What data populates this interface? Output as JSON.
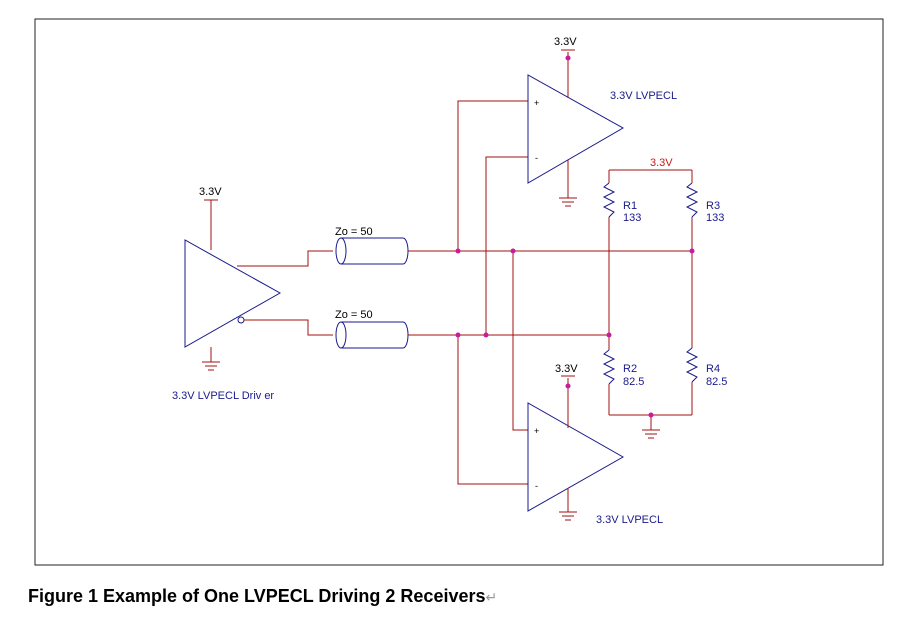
{
  "diagram": {
    "supply_labels": {
      "top_receiver": "3.3V",
      "bias_network": "3.3V",
      "driver": "3.3V",
      "bottom_receiver": "3.3V"
    },
    "receiver_top_label": "3.3V LVPECL",
    "receiver_bottom_label": "3.3V LVPECL",
    "driver_label": "3.3V LVPECL Driv er",
    "transmission_lines": [
      "Zo = 50",
      "Zo = 50"
    ],
    "pin_signs": {
      "plus": "+",
      "minus": "-"
    },
    "resistors": [
      {
        "ref": "R1",
        "value": "133"
      },
      {
        "ref": "R3",
        "value": "133"
      },
      {
        "ref": "R2",
        "value": "82.5"
      },
      {
        "ref": "R4",
        "value": "82.5"
      }
    ],
    "colors": {
      "wire": "#a01010",
      "symbol": "#1a1a8c",
      "junction": "#cc1a9a",
      "red_label": "#cc1a1a"
    }
  },
  "caption": {
    "text": "Figure 1 Example of One LVPECL Driving 2 Receivers",
    "mark": "↵"
  }
}
